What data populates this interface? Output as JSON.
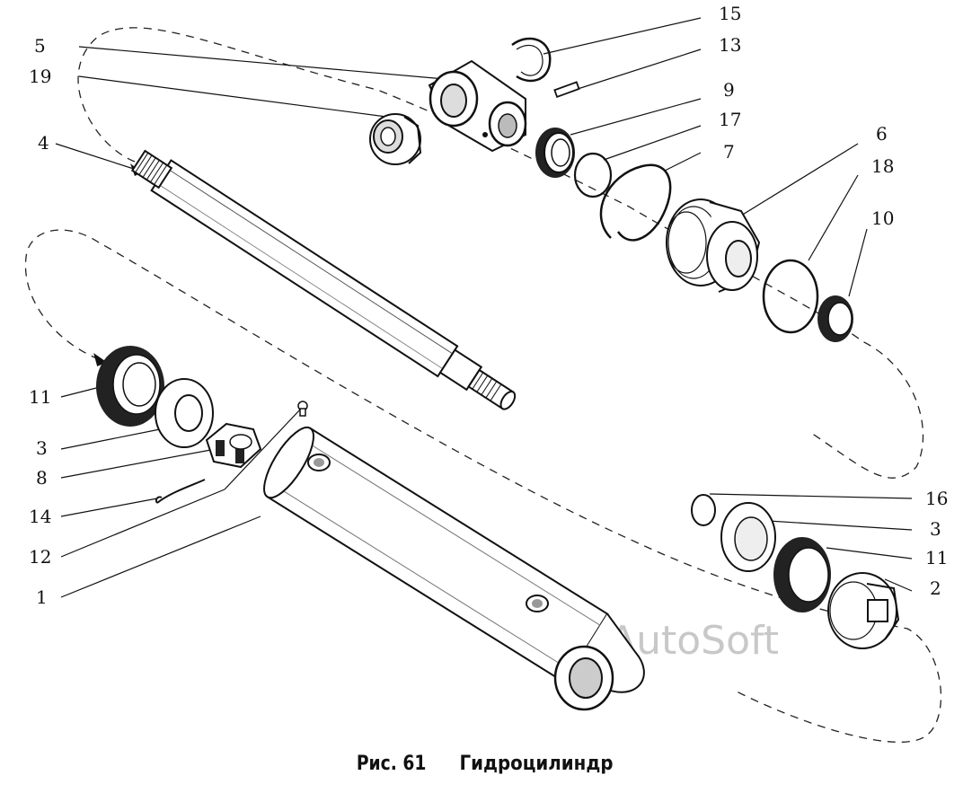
{
  "figure": {
    "caption_number": "Рис. 61",
    "caption_title": "Гидроцилиндр",
    "watermark": "AutoSoft"
  },
  "callouts": [
    {
      "id": "c15",
      "label": "15"
    },
    {
      "id": "c13",
      "label": "13"
    },
    {
      "id": "c5",
      "label": "5"
    },
    {
      "id": "c19",
      "label": "19"
    },
    {
      "id": "c9",
      "label": "9"
    },
    {
      "id": "c17",
      "label": "17"
    },
    {
      "id": "c4",
      "label": "4"
    },
    {
      "id": "c7",
      "label": "7"
    },
    {
      "id": "c6",
      "label": "6"
    },
    {
      "id": "c18",
      "label": "18"
    },
    {
      "id": "c10",
      "label": "10"
    },
    {
      "id": "c11a",
      "label": "11"
    },
    {
      "id": "c3a",
      "label": "3"
    },
    {
      "id": "c8",
      "label": "8"
    },
    {
      "id": "c14",
      "label": "14"
    },
    {
      "id": "c12",
      "label": "12"
    },
    {
      "id": "c1",
      "label": "1"
    },
    {
      "id": "c16",
      "label": "16"
    },
    {
      "id": "c3b",
      "label": "3"
    },
    {
      "id": "c11b",
      "label": "11"
    },
    {
      "id": "c2",
      "label": "2"
    }
  ]
}
